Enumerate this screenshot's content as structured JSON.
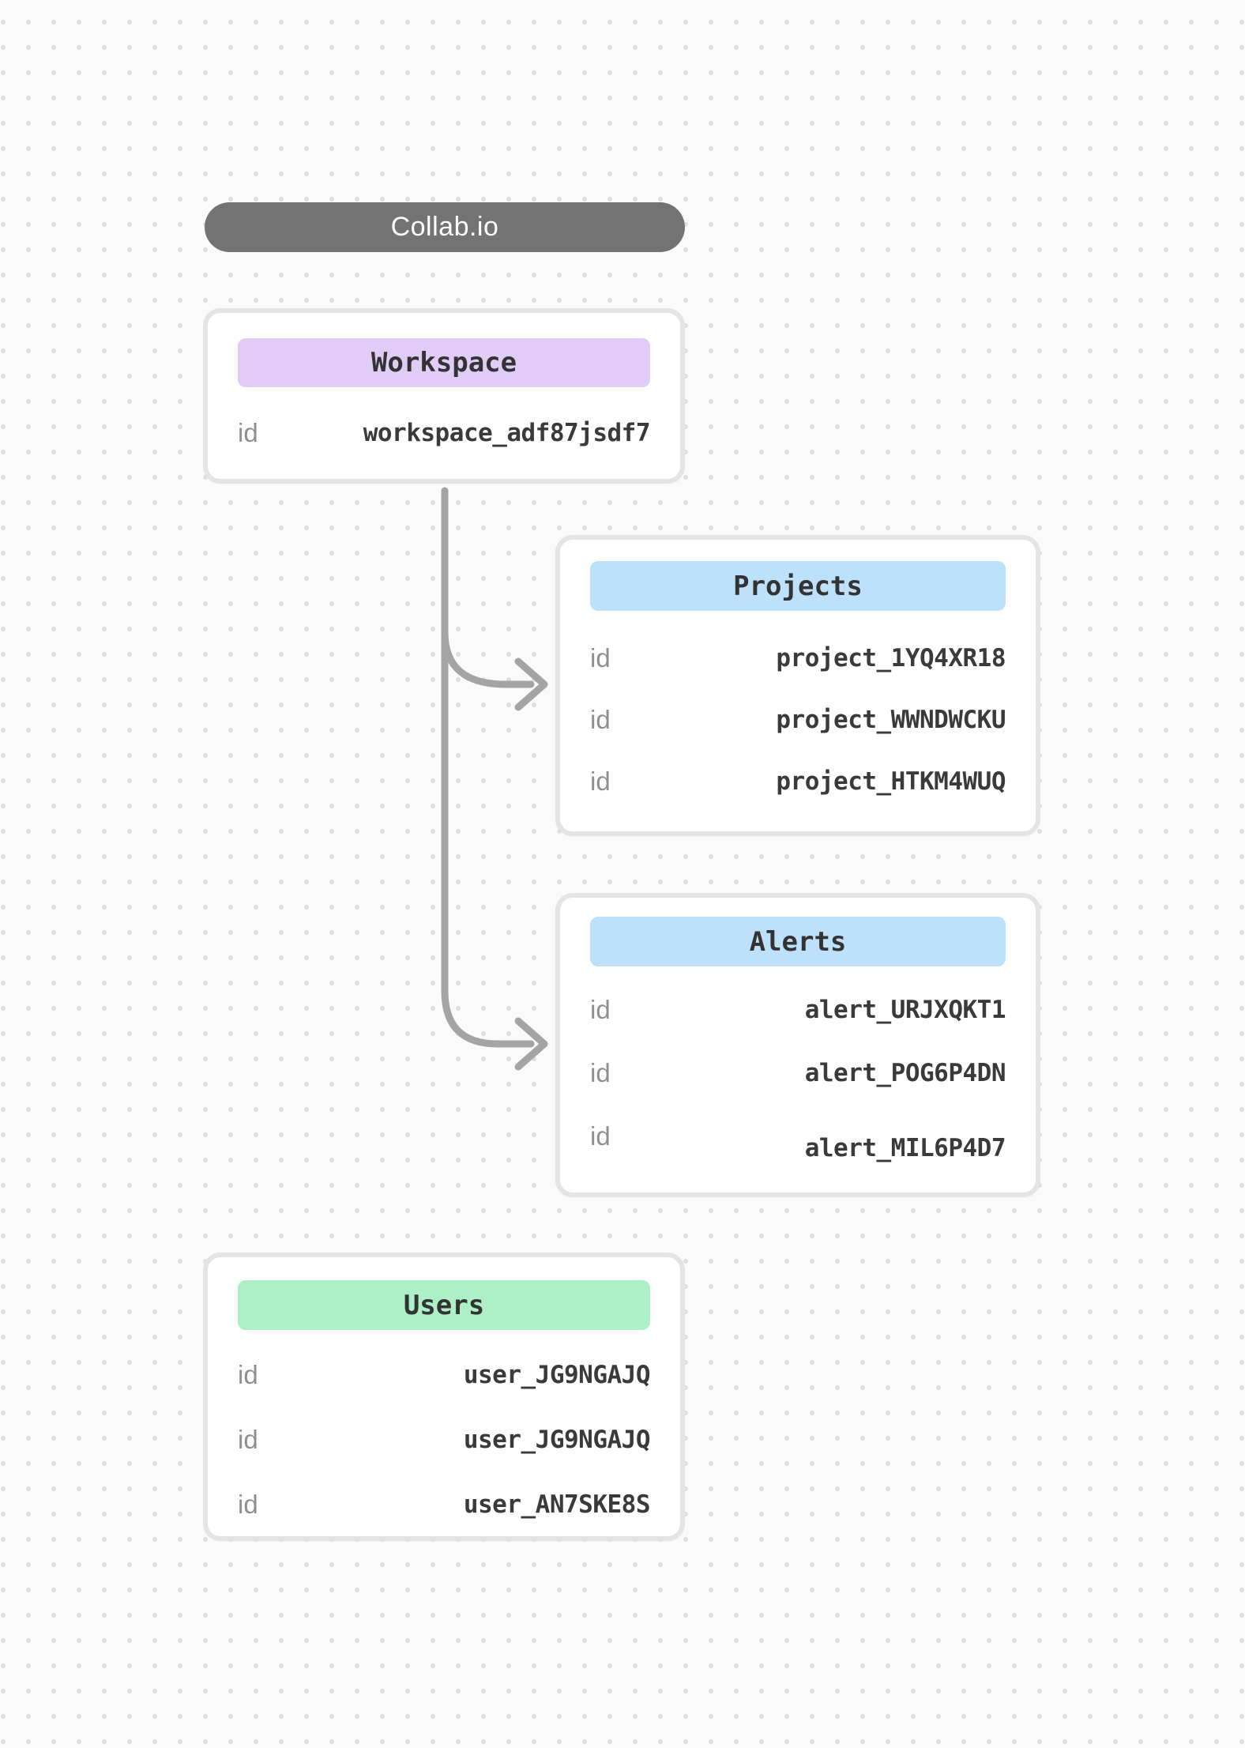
{
  "title": {
    "label": "Collab.io"
  },
  "colors": {
    "pill_bg": "#737373",
    "workspace_header_bg": "#e1ccf7",
    "projects_header_bg": "#bde1fb",
    "alerts_header_bg": "#bde1fb",
    "users_header_bg": "#adf0c8",
    "connector": "#a4a4a4"
  },
  "entities": [
    {
      "name": "Workspace",
      "rows": [
        {
          "label": "id",
          "value": "workspace_adf87jsdf7"
        }
      ]
    },
    {
      "name": "Projects",
      "rows": [
        {
          "label": "id",
          "value": "project_1YQ4XR18"
        },
        {
          "label": "id",
          "value": "project_WWNDWCKU"
        },
        {
          "label": "id",
          "value": "project_HTKM4WUQ"
        }
      ]
    },
    {
      "name": "Alerts",
      "rows": [
        {
          "label": "id",
          "value": "alert_URJXQKT1"
        },
        {
          "label": "id",
          "value": "alert_POG6P4DN"
        },
        {
          "label": "id",
          "value": "alert_MIL6P4D7"
        }
      ]
    },
    {
      "name": "Users",
      "rows": [
        {
          "label": "id",
          "value": "user_JG9NGAJQ"
        },
        {
          "label": "id",
          "value": "user_JG9NGAJQ"
        },
        {
          "label": "id",
          "value": "user_AN7SKE8S"
        }
      ]
    }
  ]
}
